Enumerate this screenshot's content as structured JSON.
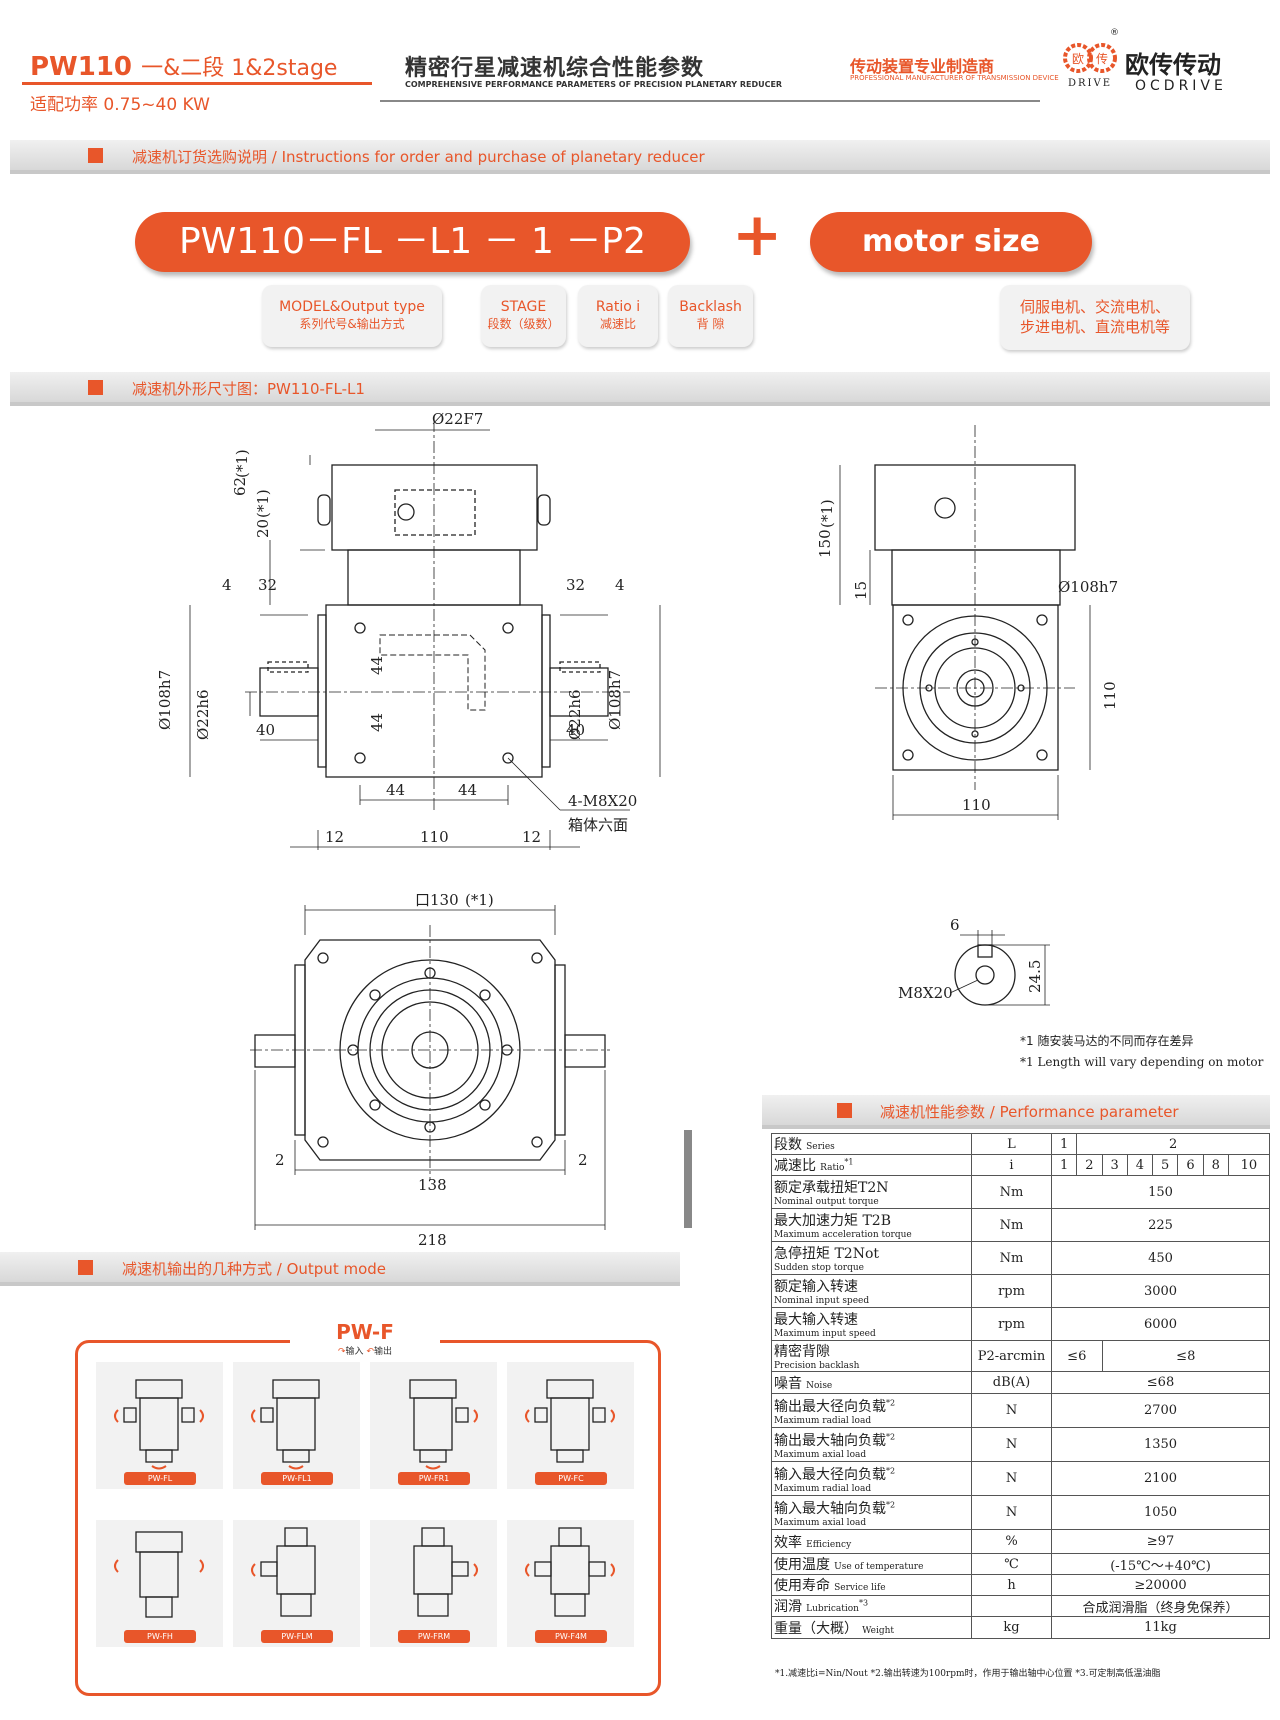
{
  "header": {
    "model": "PW110",
    "model_sub": "一&二段 1&2stage",
    "power": "适配功率 0.75~40 KW",
    "title_cn": "精密行星减速机综合性能参数",
    "title_en": "COMPREHENSIVE PERFORMANCE PARAMETERS OF PRECISION PLANETARY REDUCER",
    "slogan_cn": "传动装置专业制造商",
    "slogan_en": "PROFESSIONAL MANUFACTURER OF TRANSMISSION DEVICE",
    "logo_left": "欧",
    "logo_right": "传",
    "logo_text": "DRIVE",
    "brand_cn": "欧传传动",
    "brand_en": "OCDRIVE",
    "registered": "®"
  },
  "section_order": {
    "title": "减速机订货选购说明 / Instructions for order and purchase of planetary reducer",
    "code": "PW110－FL －L1 － 1 －P2",
    "plus": "+",
    "motor": "motor size",
    "tags": [
      {
        "en": "MODEL&Output type",
        "cn": "系列代号&输出方式"
      },
      {
        "en": "STAGE",
        "cn": "段数（级数）"
      },
      {
        "en": "Ratio i",
        "cn": "减速比"
      },
      {
        "en": "Backlash",
        "cn": "背 隙"
      }
    ],
    "motor_types": [
      "伺服电机、交流电机、",
      "步进电机、直流电机等"
    ]
  },
  "section_dims": {
    "title": "减速机外形尺寸图：PW110-FL-L1",
    "labels": {
      "d22f7": "Ø22F7",
      "h62": "62",
      "h20": "20",
      "star": "(*1)",
      "d108h7": "Ø108h7",
      "d22h6": "Ø22h6",
      "n4": "4",
      "n32": "32",
      "n40": "40",
      "n44": "44",
      "n12": "12",
      "n110": "110",
      "bolts": "4-M8X20",
      "six_faces": "箱体六面",
      "h150": "150",
      "n15": "15",
      "sq130": "口130",
      "star2": "(*1)",
      "n2": "2",
      "n138": "138",
      "n218": "218",
      "key6": "6",
      "key245": "24.5",
      "m8": "M8X20"
    },
    "notes": [
      "*1 随安装马达的不同而存在差异",
      "*1 Length will vary depending on motor"
    ]
  },
  "section_output": {
    "title": "减速机输出的几种方式 / Output mode",
    "panel_title": "PW-F",
    "legend_in": "输入",
    "legend_out": "输出",
    "modes": [
      "PW-FL",
      "PW-FL1",
      "PW-FR1",
      "PW-FC",
      "PW-FH",
      "PW-FLM",
      "PW-FRM",
      "PW-F4M"
    ]
  },
  "section_perf": {
    "title": "减速机性能参数 / Performance parameter",
    "series": {
      "cn": "段数",
      "en": "Series",
      "unit": "L",
      "s1": "1",
      "s2": "2"
    },
    "ratio": {
      "cn": "减速比",
      "en": "Ratio",
      "sup": "*1",
      "unit": "i",
      "values": [
        "1",
        "2",
        "3",
        "4",
        "5",
        "6",
        "8",
        "10"
      ]
    },
    "rows": [
      {
        "cn": "额定承载扭矩T2N",
        "en": "Nominal output torque",
        "unit": "Nm",
        "value": "150"
      },
      {
        "cn": "最大加速力矩 T2B",
        "en": "Maximum acceleration torque",
        "unit": "Nm",
        "value": "225"
      },
      {
        "cn": "急停扭矩 T2Not",
        "en": "Sudden stop torque",
        "unit": "Nm",
        "value": "450"
      },
      {
        "cn": "额定输入转速",
        "en": "Nominal input speed",
        "unit": "rpm",
        "value": "3000"
      },
      {
        "cn": "最大输入转速",
        "en": "Maximum input speed",
        "unit": "rpm",
        "value": "6000"
      }
    ],
    "backlash": {
      "cn": "精密背隙",
      "en": "Precision backlash",
      "unit": "P2-arcmin",
      "v1": "≤6",
      "v2": "≤8"
    },
    "rows2": [
      {
        "cn": "噪音",
        "en": "Noise",
        "unit": "dB(A)",
        "value": "≤68",
        "sup": ""
      },
      {
        "cn": "输出最大径向负载",
        "en": "Maximum radial load",
        "unit": "N",
        "value": "2700",
        "sup": "*2"
      },
      {
        "cn": "输出最大轴向负载",
        "en": "Maximum axial load",
        "unit": "N",
        "value": "1350",
        "sup": "*2"
      },
      {
        "cn": "输入最大径向负载",
        "en": "Maximum radial load",
        "unit": "N",
        "value": "2100",
        "sup": "*2"
      },
      {
        "cn": "输入最大轴向负载",
        "en": "Maximum axial load",
        "unit": "N",
        "value": "1050",
        "sup": "*2"
      },
      {
        "cn": "效率",
        "en": "Efficiency",
        "unit": "%",
        "value": "≥97",
        "sup": ""
      },
      {
        "cn": "使用温度",
        "en": "Use of temperature",
        "unit": "℃",
        "value": "(-15℃～+40℃)",
        "sup": ""
      },
      {
        "cn": "使用寿命",
        "en": "Service life",
        "unit": "h",
        "value": "≥20000",
        "sup": ""
      },
      {
        "cn": "润滑",
        "en": "Lubrication",
        "unit": "",
        "value": "合成润滑脂（终身免保养）",
        "sup": "*3"
      },
      {
        "cn": "重量（大概）",
        "en": "Weight",
        "unit": "kg",
        "value": "11kg",
        "sup": ""
      }
    ],
    "footnote": "*1.减速比i=Nin/Nout  *2.输出转速为100rpm时，作用于输出轴中心位置  *3.可定制高低温油脂"
  },
  "colors": {
    "accent": "#e8562a",
    "bar": "#d8d8d8"
  }
}
